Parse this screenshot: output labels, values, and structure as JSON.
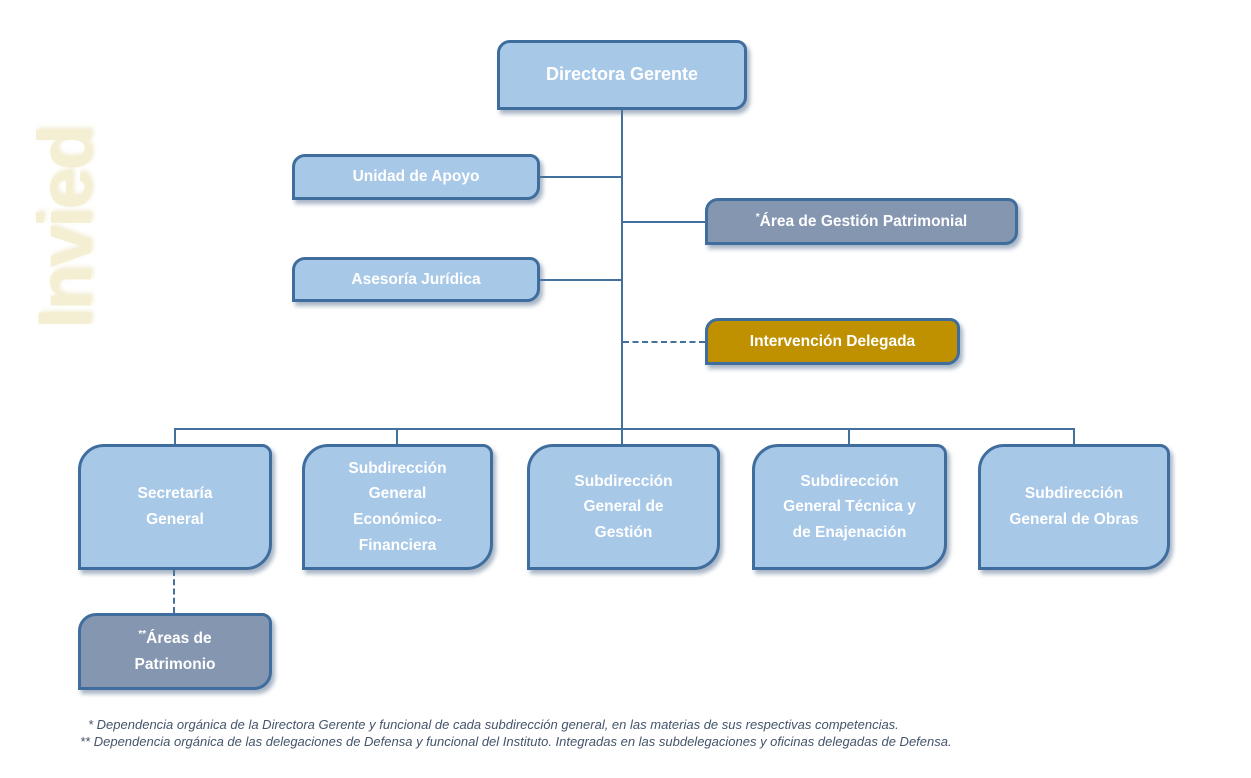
{
  "watermark": {
    "text": "Invied",
    "color": "#F4EFD2"
  },
  "colors": {
    "box_blue_fill": "#A8C8E8",
    "box_gray_fill": "#8496B0",
    "box_gold_fill": "#BF9000",
    "box_border": "#3F6E9E",
    "connector": "#41719C",
    "box_text": "#FFFFFF",
    "footnote_text": "#44546A"
  },
  "boxes": {
    "directora_gerente": {
      "label": "Directora Gerente"
    },
    "unidad_apoyo": {
      "label": "Unidad de Apoyo"
    },
    "asesoria_juridica": {
      "label": "Asesoría Jurídica"
    },
    "area_gestion_patrimonial": {
      "marker": "*",
      "label": "Área de Gestión Patrimonial"
    },
    "intervencion_delegada": {
      "label": "Intervención Delegada"
    },
    "secretaria_general": {
      "label": "Secretaría\nGeneral"
    },
    "sub_economico_financiera": {
      "label": "Subdirección\nGeneral\nEconómico-\nFinanciera"
    },
    "sub_gestion": {
      "label": "Subdirección\nGeneral de\nGestión"
    },
    "sub_tecnica_enajenacion": {
      "label": "Subdirección\nGeneral Técnica y\nde Enajenación"
    },
    "sub_obras": {
      "label": "Subdirección\nGeneral de Obras"
    },
    "areas_patrimonio": {
      "marker": "**",
      "label": "Áreas de\nPatrimonio"
    }
  },
  "footnotes": [
    "* Dependencia orgánica de la Directora Gerente y funcional de cada subdirección general, en las materias de sus respectivas competencias.",
    "** Dependencia orgánica de las delegaciones de Defensa y funcional del Instituto. Integradas en las subdelegaciones y oficinas delegadas de Defensa."
  ]
}
